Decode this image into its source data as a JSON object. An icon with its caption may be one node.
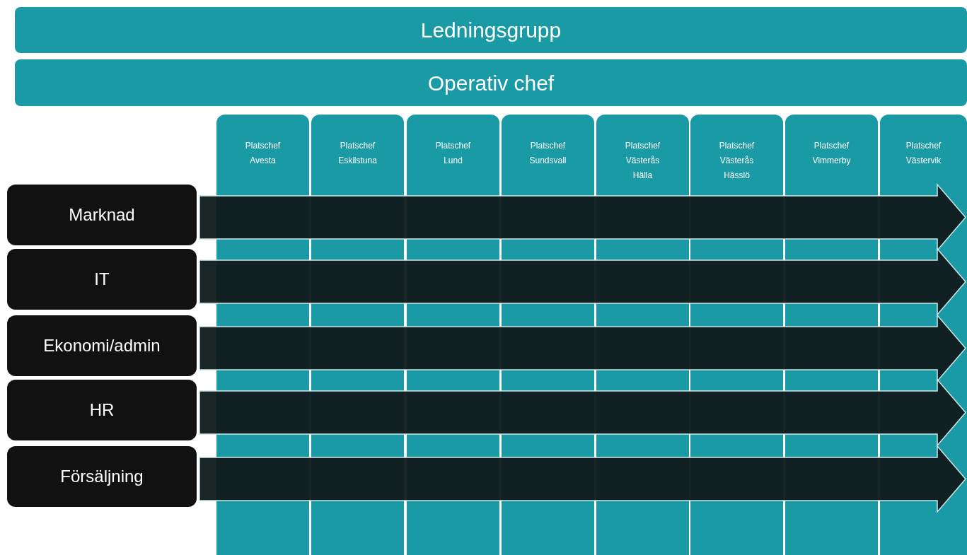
{
  "diagram": {
    "nodes": [
      {
        "text": [
          "Ledningsgrupp"
        ]
      },
      {
        "text": [
          "Operativ chef"
        ]
      },
      {
        "text": [
          "Platschef Avesta"
        ]
      },
      {
        "text": [
          "Platschef Eskilstuna"
        ]
      },
      {
        "text": [
          "Platschef Lund"
        ]
      },
      {
        "text": [
          "Platschef Sundsvall"
        ]
      },
      {
        "text": [
          "Platschef Västerås Hälla"
        ]
      },
      {
        "text": [
          "Platschef Västerås Hässlö"
        ]
      },
      {
        "text": [
          "Platschef Vimmerby"
        ]
      },
      {
        "text": [
          "Platschef Västervik"
        ]
      },
      {
        "text": [
          "Marknad"
        ]
      },
      {
        "text": [
          "IT"
        ]
      },
      {
        "text": [
          "Ekonomi/admin"
        ]
      },
      {
        "text": [
          "HR"
        ]
      },
      {
        "text": [
          "Försäljning"
        ]
      }
    ],
    "edges": [
      {
        "from": 10,
        "to": null,
        "arrow": "to"
      },
      {
        "from": 11,
        "to": null,
        "arrow": "to"
      },
      {
        "from": 12,
        "to": null,
        "arrow": "to"
      },
      {
        "from": 13,
        "to": null,
        "arrow": "to"
      },
      {
        "from": 14,
        "to": null,
        "arrow": "to"
      }
    ]
  }
}
